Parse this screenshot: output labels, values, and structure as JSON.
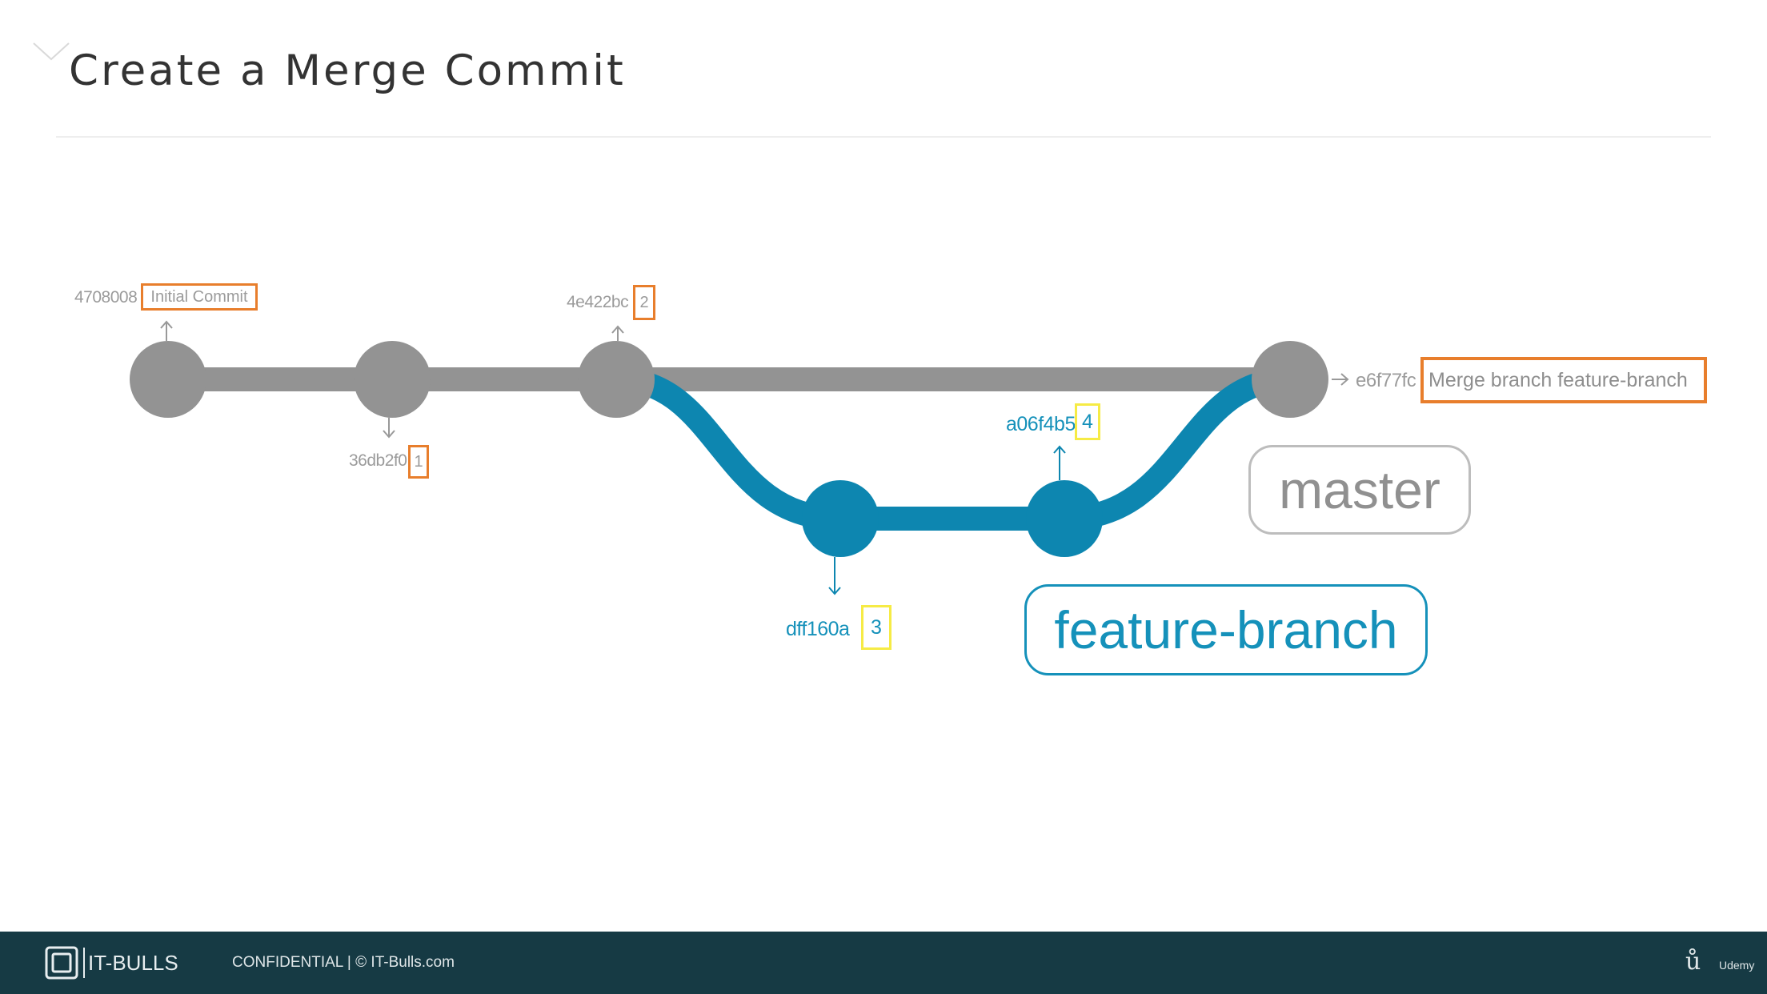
{
  "slide": {
    "title": "Create a Merge Commit"
  },
  "diagram": {
    "colors": {
      "master": "#939393",
      "feature": "#0d86b0",
      "commit_message_border_master": "#e87e2c",
      "commit_message_border_feature": "#f6eb45"
    },
    "commits": [
      {
        "id": "c0",
        "branch": "master",
        "hash": "4708008",
        "message": "Initial Commit"
      },
      {
        "id": "c1",
        "branch": "master",
        "hash": "36db2f0",
        "message": "1"
      },
      {
        "id": "c2",
        "branch": "master",
        "hash": "4e422bc",
        "message": "2"
      },
      {
        "id": "c3",
        "branch": "feature-branch",
        "hash": "dff160a",
        "message": "3"
      },
      {
        "id": "c4",
        "branch": "feature-branch",
        "hash": "a06f4b5",
        "message": "4"
      },
      {
        "id": "c5",
        "branch": "master",
        "hash": "e6f77fc",
        "message": "Merge branch feature-branch"
      }
    ],
    "branches": {
      "master": "master",
      "feature": "feature-branch"
    }
  },
  "footer": {
    "brand": "IT-BULLS",
    "confidential": "CONFIDENTIAL  |  © IT-Bulls.com",
    "logo_icon": "chip-icon",
    "udemy_mark": "ů",
    "udemy_text": "Udemy"
  }
}
